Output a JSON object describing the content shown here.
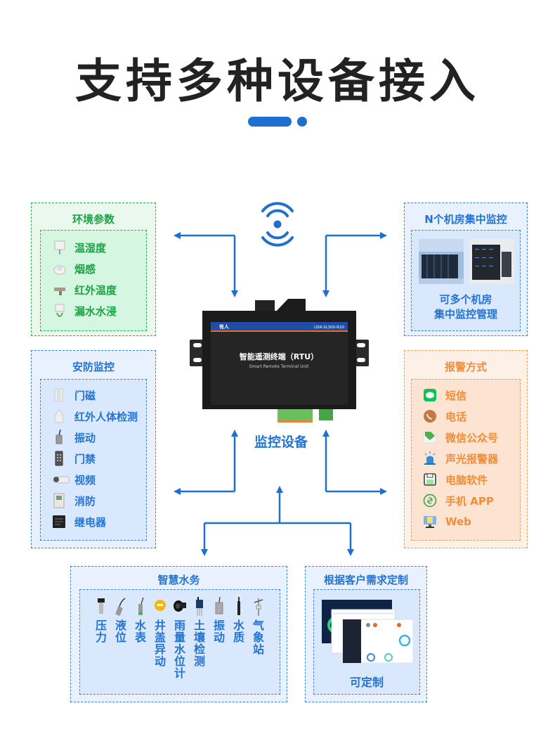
{
  "header": {
    "title": "支持多种设备接入"
  },
  "center": {
    "device_brand": "有人",
    "device_model": "USR-SL300-R20",
    "device_name_cn": "智能遥测终端（RTU）",
    "device_name_en": "Smart Remote Terminal Unit",
    "caption": "监控设备",
    "wireless_icon": "wifi-signal-icon"
  },
  "panels": {
    "environment": {
      "title": "环境参数",
      "items": [
        {
          "label": "温湿度",
          "icon": "temperature-humidity-sensor-icon"
        },
        {
          "label": "烟感",
          "icon": "smoke-detector-icon"
        },
        {
          "label": "红外温度",
          "icon": "infrared-thermometer-icon"
        },
        {
          "label": "漏水水浸",
          "icon": "water-leak-sensor-icon"
        }
      ]
    },
    "rooms": {
      "title": "N个机房集中监控",
      "caption_line1": "可多个机房",
      "caption_line2": "集中监控管理"
    },
    "security": {
      "title": "安防监控",
      "items": [
        {
          "label": "门磁",
          "icon": "door-magnet-icon"
        },
        {
          "label": "红外人体检测",
          "icon": "pir-sensor-icon"
        },
        {
          "label": "振动",
          "icon": "vibration-sensor-icon"
        },
        {
          "label": "门禁",
          "icon": "access-control-icon"
        },
        {
          "label": "视频",
          "icon": "camera-icon"
        },
        {
          "label": "消防",
          "icon": "fire-panel-icon"
        },
        {
          "label": "继电器",
          "icon": "relay-icon"
        }
      ]
    },
    "alarm": {
      "title": "报警方式",
      "items": [
        {
          "label": "短信",
          "icon": "sms-icon"
        },
        {
          "label": "电话",
          "icon": "phone-icon"
        },
        {
          "label": "微信公众号",
          "icon": "wechat-mail-icon"
        },
        {
          "label": "声光报警器",
          "icon": "siren-icon"
        },
        {
          "label": "电脑软件",
          "icon": "floppy-disk-icon"
        },
        {
          "label": "手机 APP",
          "icon": "app-link-icon"
        },
        {
          "label": "Web",
          "icon": "web-monitor-icon"
        }
      ]
    },
    "water": {
      "title": "智慧水务",
      "items": [
        {
          "label": "压力",
          "icon": "pressure-transmitter-icon"
        },
        {
          "label": "液位",
          "icon": "level-sensor-icon"
        },
        {
          "label": "水表",
          "icon": "water-meter-probe-icon"
        },
        {
          "label": "井盖异动",
          "icon": "manhole-cover-sensor-icon"
        },
        {
          "label": "雨量水位计",
          "icon": "radar-level-gauge-icon"
        },
        {
          "label": "土壤检测",
          "icon": "soil-sensor-icon"
        },
        {
          "label": "振动",
          "icon": "vibration-sensor-icon"
        },
        {
          "label": "水质",
          "icon": "water-quality-probe-icon"
        },
        {
          "label": "气象站",
          "icon": "weather-station-icon"
        }
      ]
    },
    "custom": {
      "title": "根据客户需求定制",
      "caption": "可定制"
    }
  },
  "colors": {
    "accent_blue": "#1e6fd0",
    "green": "#1ea346",
    "orange": "#ef8e3a",
    "title_dark": "#222222"
  }
}
